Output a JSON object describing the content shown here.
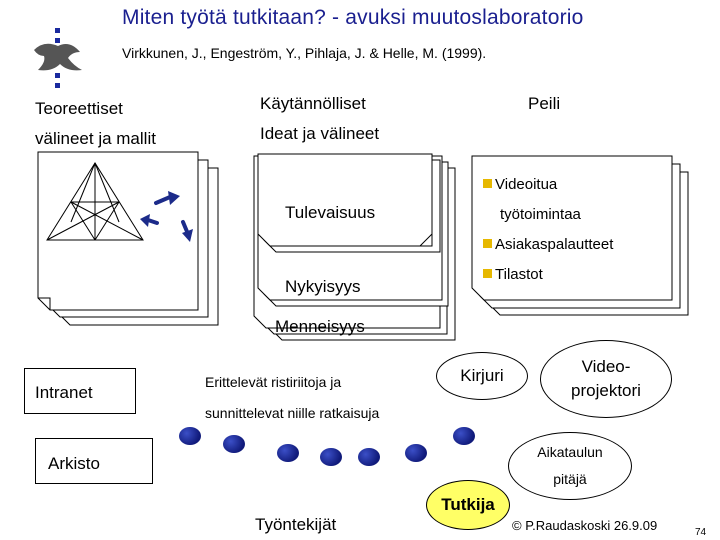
{
  "header": {
    "title": "Miten työtä tutkitaan? - avuksi muutoslaboratorio",
    "citation": "Virkkunen, J., Engeström, Y., Pihlaja, J. & Helle, M. (1999)."
  },
  "columns": {
    "col1_line1": "Teoreettiset",
    "col1_line2": "välineet ja mallit",
    "col2_line1": "Käytännölliset",
    "col2_line2": "Ideat ja välineet",
    "col3": "Peili"
  },
  "mirror": {
    "bullet1_line1": "Videoitua",
    "bullet1_line2": "työtoimintaa",
    "bullet2": "Asiakaspalautteet",
    "bullet3": "Tilastot"
  },
  "time": {
    "future": "Tulevaisuus",
    "present": "Nykyisyys",
    "past": "Menneisyys"
  },
  "bottom": {
    "intranet": "Intranet",
    "contradictions_line1": "Erittelevät ristiriitoja ja",
    "contradictions_line2": "sunnittelevat niille ratkaisuja",
    "scribe": "Kirjuri",
    "projector_line1": "Video-",
    "projector_line2": "projektori",
    "archive": "Arkisto",
    "timekeeper_line1": "Aikataulun",
    "timekeeper_line2": "pitäjä",
    "employees": "Työntekijät",
    "researcher": "Tutkija",
    "copyright": "© P.Raudaskoski 26.9.09",
    "page_number": "74"
  },
  "colors": {
    "title": "#1a1f8f",
    "bullet": "#e6b800",
    "researcher_fill": "#ffff66",
    "seat_dot": "#1a2a9e",
    "arrow": "#1c2b8a"
  }
}
